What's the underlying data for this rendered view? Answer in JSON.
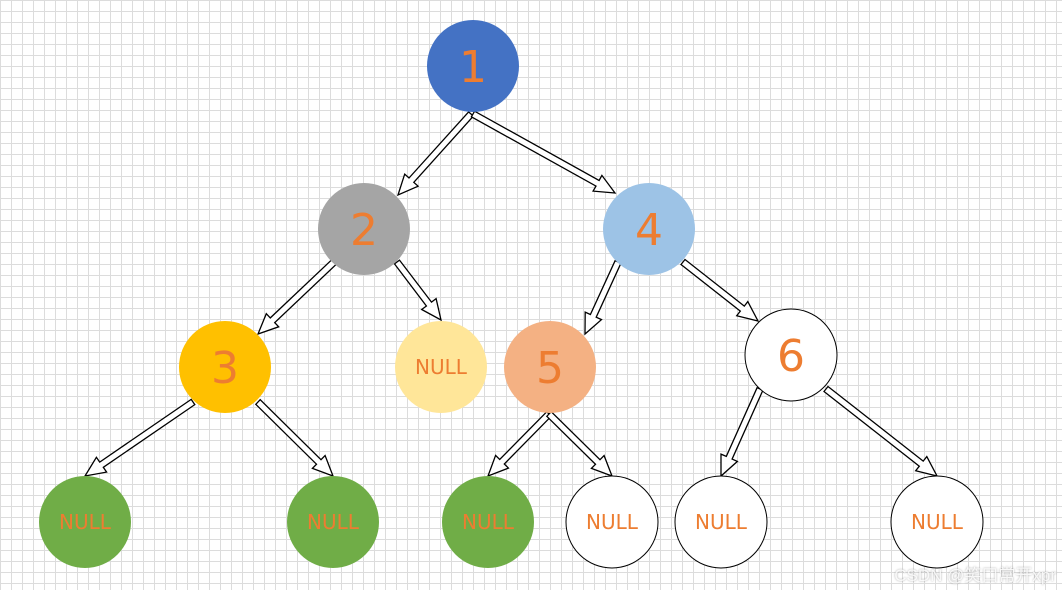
{
  "colors": {
    "text": "#ED7D31",
    "blue": "#4472C4",
    "gray": "#A5A5A5",
    "lightblue": "#9DC3E6",
    "yellow": "#FFC000",
    "paleyellow": "#FFE699",
    "peach": "#F4B183",
    "green": "#70AD47",
    "white": "#FFFFFF",
    "edge": "#000000"
  },
  "nodes": [
    {
      "id": "n1",
      "label": "1",
      "fill": "blue"
    },
    {
      "id": "n2",
      "label": "2",
      "fill": "gray"
    },
    {
      "id": "n4",
      "label": "4",
      "fill": "lightblue"
    },
    {
      "id": "n3",
      "label": "3",
      "fill": "yellow"
    },
    {
      "id": "n2-null",
      "label": "NULL",
      "fill": "paleyellow"
    },
    {
      "id": "n5",
      "label": "5",
      "fill": "peach"
    },
    {
      "id": "n6",
      "label": "6",
      "fill": "white"
    },
    {
      "id": "n3-left-null",
      "label": "NULL",
      "fill": "green"
    },
    {
      "id": "n3-right-null",
      "label": "NULL",
      "fill": "green"
    },
    {
      "id": "n5-left-null",
      "label": "NULL",
      "fill": "green"
    },
    {
      "id": "n5-right-null",
      "label": "NULL",
      "fill": "white"
    },
    {
      "id": "n6-left-null",
      "label": "NULL",
      "fill": "white"
    },
    {
      "id": "n6-right-null",
      "label": "NULL",
      "fill": "white"
    }
  ],
  "edges": [
    {
      "from": "n1",
      "to": "n2"
    },
    {
      "from": "n1",
      "to": "n4"
    },
    {
      "from": "n2",
      "to": "n3"
    },
    {
      "from": "n2",
      "to": "n2-null"
    },
    {
      "from": "n4",
      "to": "n5"
    },
    {
      "from": "n4",
      "to": "n6"
    },
    {
      "from": "n3",
      "to": "n3-left-null"
    },
    {
      "from": "n3",
      "to": "n3-right-null"
    },
    {
      "from": "n5",
      "to": "n5-left-null"
    },
    {
      "from": "n5",
      "to": "n5-right-null"
    },
    {
      "from": "n6",
      "to": "n6-left-null"
    },
    {
      "from": "n6",
      "to": "n6-right-null"
    }
  ],
  "watermark": "CSDN @笑口常开xpr"
}
